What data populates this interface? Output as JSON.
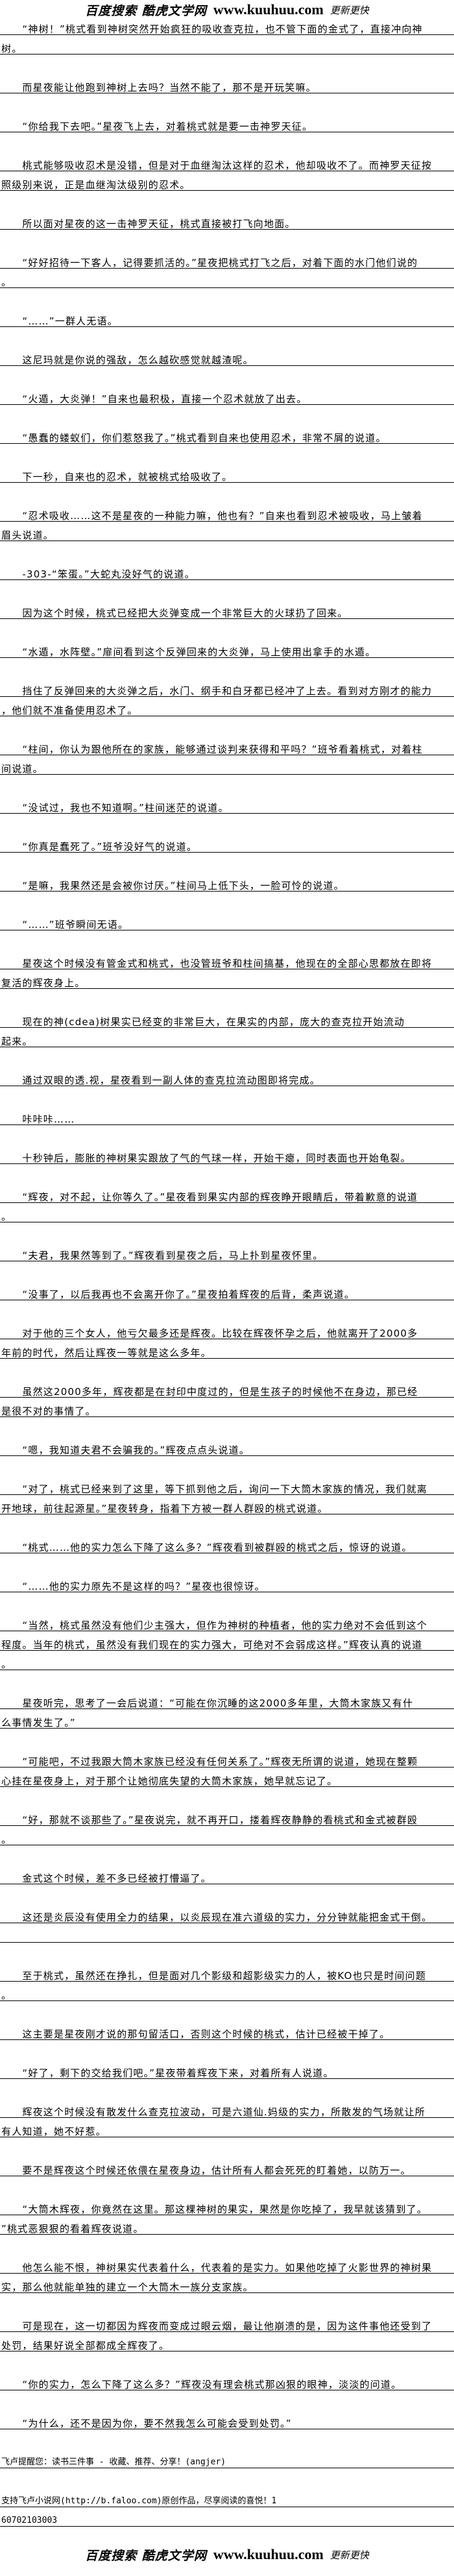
{
  "banner": {
    "site_cn": "百度搜索 酷虎文学网",
    "site_url": "www.kuuhuu.com",
    "slogan": "更新更快"
  },
  "paragraphs": [
    {
      "lines": [
        "　　“神树！”桃式看到神树突然开始疯狂的吸收查克拉，也不管下面的金式了，直接冲向神",
        "树。"
      ]
    },
    {
      "lines": [
        "　　而星夜能让他跑到神树上去吗？当然不能了，那不是开玩笑嘛。"
      ]
    },
    {
      "lines": [
        "　　“你给我下去吧。”星夜飞上去，对着桃式就是要一击神罗天征。"
      ]
    },
    {
      "lines": [
        "　　桃式能够吸收忍术是没错，但是对于血继淘汰这样的忍术，他却吸收不了。而神罗天征按",
        "照级别来说，正是血继淘汰级别的忍术。"
      ]
    },
    {
      "lines": [
        "　　所以面对星夜的这一击神罗天征，桃式直接被打飞向地面。"
      ]
    },
    {
      "lines": [
        "　　“好好招待一下客人，记得要抓活的。”星夜把桃式打飞之后，对着下面的水门他们说的",
        "。"
      ]
    },
    {
      "lines": [
        "　　“……”一群人无语。"
      ]
    },
    {
      "lines": [
        "　　这尼玛就是你说的强敌，怎么越砍感觉就越渣呢。"
      ]
    },
    {
      "lines": [
        "　　“火遁，大炎弹！”自来也最积极，直接一个忍术就放了出去。"
      ]
    },
    {
      "lines": [
        "　　“愚蠢的蝼蚁们，你们惹怒我了。”桃式看到自来也使用忍术，非常不屑的说道。"
      ]
    },
    {
      "lines": [
        "　　下一秒，自来也的忍术，就被桃式给吸收了。"
      ]
    },
    {
      "lines": [
        "　　“忍术吸收……这不是星夜的一种能力嘛，他也有？”自来也看到忍术被吸收，马上皱着",
        "眉头说道。"
      ]
    },
    {
      "lines": [
        "　　-303-“笨蛋。”大蛇丸没好气的说道。"
      ]
    },
    {
      "lines": [
        "　　因为这个时候，桃式已经把大炎弹变成一个非常巨大的火球扔了回来。"
      ]
    },
    {
      "lines": [
        "　　“水遁，水阵壁。”扉间看到这个反弹回来的大炎弹，马上使用出拿手的水遁。"
      ]
    },
    {
      "lines": [
        "　　挡住了反弹回来的大炎弹之后，水门、纲手和白牙都已经冲了上去。看到对方刚才的能力",
        "，他们就不准备使用忍术了。"
      ]
    },
    {
      "lines": [
        "　　“柱间，你认为跟他所在的家族，能够通过谈判来获得和平吗？”班爷看着桃式，对着柱",
        "间说道。"
      ]
    },
    {
      "lines": [
        "　　“没试过，我也不知道啊。”柱间迷茫的说道。"
      ]
    },
    {
      "lines": [
        "　　“你真是蠢死了。”班爷没好气的说道。"
      ]
    },
    {
      "lines": [
        "　　“是嘛，我果然还是会被你讨厌。”柱间马上低下头，一脸可怜的说道。"
      ]
    },
    {
      "lines": [
        "　　“……”班爷瞬间无语。"
      ]
    },
    {
      "lines": [
        "　　星夜这个时候没有管金式和桃式，也没管班爷和柱间搞基，他现在的全部心思都放在即将",
        "复活的辉夜身上。"
      ]
    },
    {
      "lines": [
        "　　现在的神(cdea)树果实已经变的非常巨大，在果实的内部，庞大的查克拉开始流动",
        "起来。"
      ]
    },
    {
      "lines": [
        "　　通过双眼的透.视，星夜看到一副人体的查克拉流动图即将完成。"
      ]
    },
    {
      "lines": [
        "　　咔咔咔……"
      ]
    },
    {
      "lines": [
        "　　十秒钟后，膨胀的神树果实跟放了气的气球一样，开始干瘪，同时表面也开始龟裂。"
      ]
    },
    {
      "lines": [
        "　　“辉夜，对不起，让你等久了。”星夜看到果实内部的辉夜睁开眼睛后，带着歉意的说道",
        "。"
      ]
    },
    {
      "lines": [
        "　　“夫君，我果然等到了。”辉夜看到星夜之后，马上扑到星夜怀里。"
      ]
    },
    {
      "lines": [
        "　　“没事了，以后我再也不会离开你了。”星夜拍着辉夜的后背，柔声说道。"
      ]
    },
    {
      "lines": [
        "　　对于他的三个女人，他亏欠最多还是辉夜。比较在辉夜怀孕之后，他就离开了2000多",
        "年前的时代，然后让辉夜一等就是这么多年。"
      ]
    },
    {
      "lines": [
        "　　虽然这2000多年，辉夜都是在封印中度过的，但是生孩子的时候他不在身边，那已经",
        "是很不对的事情了。"
      ]
    },
    {
      "lines": [
        "　　“嗯，我知道夫君不会骗我的。”辉夜点点头说道。"
      ]
    },
    {
      "lines": [
        "　　“对了，桃式已经来到了这里，等下抓到他之后，询问一下大筒木家族的情况，我们就离",
        "开地球，前往起源星。”星夜转身，指着下方被一群人群殴的桃式说道。"
      ]
    },
    {
      "lines": [
        "　　“桃式……他的实力怎么下降了这么多？”辉夜看到被群殴的桃式之后，惊讶的说道。"
      ]
    },
    {
      "lines": [
        "　　“……他的实力原先不是这样的吗？”星夜也很惊讶。"
      ]
    },
    {
      "lines": [
        "　　“当然，桃式虽然没有他们少主强大，但作为神树的种植者，他的实力绝对不会低到这个",
        "程度。当年的桃式，虽然没有我们现在的实力强大，可绝对不会弱成这样。”辉夜认真的说道",
        "。"
      ]
    },
    {
      "lines": [
        "　　星夜听完，思考了一会后说道：“可能在你沉睡的这2000多年里，大筒木家族又有什",
        "么事情发生了。”"
      ]
    },
    {
      "lines": [
        "　　“可能吧，不过我跟大筒木家族已经没有任何关系了。”辉夜无所谓的说道，她现在整颗",
        "心挂在星夜身上，对于那个让她彻底失望的大筒木家族，她早就忘记了。"
      ]
    },
    {
      "lines": [
        "　　“好，那就不谈那些了。”星夜说完，就不再开口，搂着辉夜静静的看桃式和金式被群殴",
        "。"
      ]
    },
    {
      "lines": [
        "　　金式这个时候，差不多已经被打懵逼了。"
      ]
    },
    {
      "lines": [
        "　　这还是炎辰没有使用全力的结果，以炎辰现在准六道级的实力，分分钟就能把金式干倒。",
        " "
      ]
    },
    {
      "lines": [
        "　　至于桃式，虽然还在挣扎，但是面对几个影级和超影级实力的人，被KO也只是时间问题",
        "。"
      ]
    },
    {
      "lines": [
        "　　这主要是星夜刚才说的那句留活口，否则这个时候的桃式，估计已经被干掉了。"
      ]
    },
    {
      "lines": [
        "　　“好了，剩下的交给我们吧。”星夜带着辉夜下来，对着所有人说道。"
      ]
    },
    {
      "lines": [
        "　　辉夜这个时候没有散发什么查克拉波动，可是六道仙.妈级的实力，所散发的气场就让所",
        "有人知道，她不好惹。"
      ]
    },
    {
      "lines": [
        "　　要不是辉夜这个时候还依偎在星夜身边，估计所有人都会死死的盯着她，以防万一。"
      ]
    },
    {
      "lines": [
        "　　“大筒木辉夜，你竟然在这里。那这棵神树的果实，果然是你吃掉了，我早就该猜到了。",
        "”桃式恶狠狠的看着辉夜说道。"
      ]
    },
    {
      "lines": [
        "　　他怎么能不恨，神树果实代表着什么，代表着的是实力。如果他吃掉了火影世界的神树果",
        "实，那么他就能单独的建立一个大筒木一族分支家族。"
      ]
    },
    {
      "lines": [
        "　　可是现在，这一切都因为辉夜而变成过眼云烟，最让他崩溃的是，因为这件事他还受到了",
        "处罚，结果好说全部都成全辉夜了。"
      ]
    },
    {
      "lines": [
        "　　“你的实力，怎么下降了这么多？”辉夜没有理会桃式那凶狠的眼神，淡淡的问道。"
      ]
    },
    {
      "lines": [
        "　　“为什么，还不是因为你，要不然我怎么可能会受到处罚。”"
      ]
    }
  ],
  "footer": [
    {
      "lines": [
        "飞卢提醒您：读书三件事 - 收藏、推荐、分享！(angjer)"
      ]
    },
    {
      "lines": [
        "支持飞卢小说网(http://b.faloo.com)原创作品，尽享阅读的喜悦！1",
        "60702103003"
      ]
    }
  ]
}
